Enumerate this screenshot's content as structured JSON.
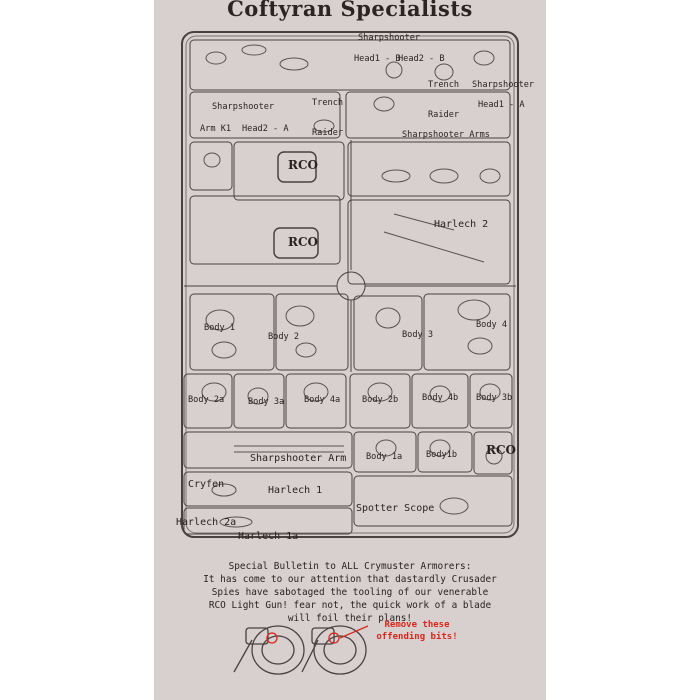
{
  "title": "Coftyran Specialists",
  "sprue_labels": [
    {
      "id": "sharpshooter-top",
      "text": "Sharpshooter"
    },
    {
      "id": "head1-b",
      "text": "Head1 - B"
    },
    {
      "id": "head2-b",
      "text": "Head2 - B"
    },
    {
      "id": "trench-1",
      "text": "Trench"
    },
    {
      "id": "sharpshooter-right",
      "text": "Sharpshooter"
    },
    {
      "id": "head1-a",
      "text": "Head1 - A"
    },
    {
      "id": "raider-1",
      "text": "Raider"
    },
    {
      "id": "sharpshooter-left",
      "text": "Sharpshooter"
    },
    {
      "id": "trench-2",
      "text": "Trench"
    },
    {
      "id": "arm-k1",
      "text": "Arm K1"
    },
    {
      "id": "head2-a",
      "text": "Head2 - A"
    },
    {
      "id": "raider-2",
      "text": "Raider"
    },
    {
      "id": "sharpshooter-arms",
      "text": "Sharpshooter Arms"
    },
    {
      "id": "rco-1",
      "text": "RCO"
    },
    {
      "id": "harlech-2",
      "text": "Harlech 2"
    },
    {
      "id": "rco-2",
      "text": "RCO"
    },
    {
      "id": "body-1",
      "text": "Body 1"
    },
    {
      "id": "body-2",
      "text": "Body 2"
    },
    {
      "id": "body-3",
      "text": "Body 3"
    },
    {
      "id": "body-4",
      "text": "Body 4"
    },
    {
      "id": "body-2a",
      "text": "Body 2a"
    },
    {
      "id": "body-3a",
      "text": "Body 3a"
    },
    {
      "id": "body-4a",
      "text": "Body 4a"
    },
    {
      "id": "body-2b",
      "text": "Body 2b"
    },
    {
      "id": "body-4b",
      "text": "Body 4b"
    },
    {
      "id": "body-3b",
      "text": "Body 3b"
    },
    {
      "id": "sharpshooter-arm",
      "text": "Sharpshooter Arm"
    },
    {
      "id": "body-1a",
      "text": "Body 1a"
    },
    {
      "id": "body-1b",
      "text": "Body1b"
    },
    {
      "id": "rco-3",
      "text": "RCO"
    },
    {
      "id": "cryfen",
      "text": "Cryfen"
    },
    {
      "id": "harlech-1",
      "text": "Harlech 1"
    },
    {
      "id": "spotter-scope",
      "text": "Spotter Scope"
    },
    {
      "id": "harlech-2a",
      "text": "Harlech 2a"
    },
    {
      "id": "harlech-1a",
      "text": "Harlech 1a"
    }
  ],
  "bulletin": [
    "Special Bulletin to ALL Crymuster Armorers:",
    "It has come to our attention that dastardly Crusader",
    "Spies have sabotaged the tooling of our venerable",
    "RCO Light Gun! fear not, the quick work of a blade",
    "will foil their plans!"
  ],
  "warning": [
    "Remove these",
    "offending bits!"
  ],
  "colors": {
    "card": "#d8d0cf",
    "ink": "#2a2222",
    "warning": "#d8261c"
  }
}
